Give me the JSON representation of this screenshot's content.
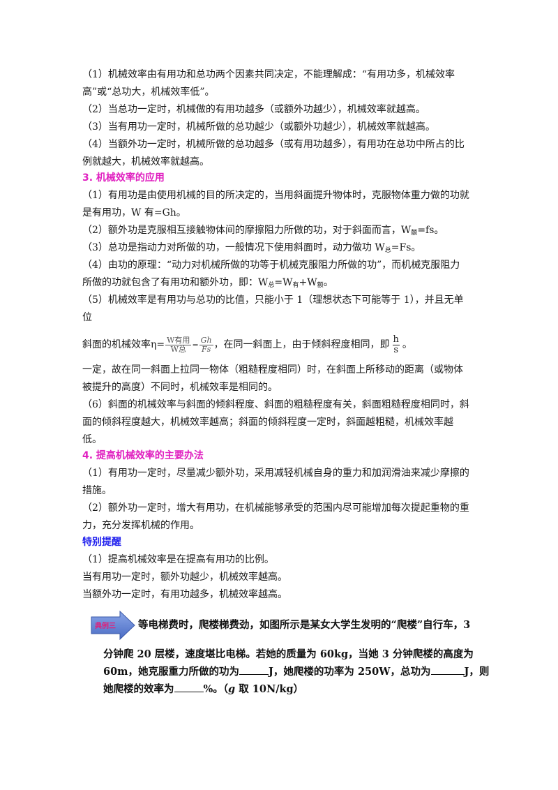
{
  "points_1": [
    "（1）机械效率由有用功和总功两个因素共同决定，不能理解成：“有用功多，机械效率",
    "高”或“总功大，机械效率低”。",
    "（2）当总功一定时，机械做的有用功越多（或额外功越少），机械效率就越高。",
    "（3）当有用功一定时，机械所做的总功越少（或额外功越少），机械效率就越高。",
    "（4）当额外功一定时，机械所做的总功越多（或有用功越多），有用功在总功中所占的比",
    "例就越大，机械效率就越高。"
  ],
  "section3": {
    "title": "3. 机械效率的应用",
    "item1_line1": "（1）有用功是由使用机械的目的所决定的，当用斜面提升物体时，克服物体重力做的功就",
    "item1_line2": "是有用功，W 有=Gh。",
    "item2_a": "（2）额外功是克服相互接触物体间的摩擦阻力所做的功，对于斜面而言，W",
    "item2_sub": "额",
    "item2_b": "=fs。",
    "item3_a": "（3）总功是指动力对所做的功，一般情况下使用斜面时，动力做功 W",
    "item3_sub": "总",
    "item3_b": "=Fs。",
    "item4_line1": "（4）由功的原理：“动力对机械所做的功等于机械克服阻力所做的功”，而机械克服阻力",
    "item4_line2_a": "所做的功就包含了有用功和额外功，即：W",
    "item4_sub1": "总",
    "item4_mid1": "=W",
    "item4_sub2": "有",
    "item4_mid2": "+W",
    "item4_sub3": "额",
    "item4_end": "。",
    "item5_line1": "（5）机械效率是有用功与总功的比值，只能小于 1（理想状态下可能等于 1），并且无单",
    "item5_line2": "位",
    "formula_prefix": "斜面的机械效率η=",
    "frac1_num": "W有用",
    "frac1_den": "W总",
    "frac2_num": "Gh",
    "frac2_den": "Fs",
    "formula_mid": "，在同一斜面上，由于倾斜程度相同，即",
    "frac3_num": "h",
    "frac3_den": "s",
    "formula_end": "。",
    "item5_line4": "一定，故在同一斜面上拉同一物体（粗糙程度相同）时，在斜面上所移动的距离（或物体",
    "item5_line5": "被提升的高度）不同时，机械效率是相同的。",
    "item6_line1": "（6）斜面的机械效率与斜面的倾斜程度、斜面的粗糙程度有关，斜面粗糙程度相同时，斜",
    "item6_line2": "面的倾斜程度越大，机械效率越高；斜面的倾斜程度一定时，斜面越粗糙，机械效率越",
    "item6_line3": "低。"
  },
  "section4": {
    "title": "4. 提高机械效率的主要办法",
    "item1_line1": "（1）有用功一定时，尽量减少额外功，采用减轻机械自身的重力和加润滑油来减少摩擦的",
    "item1_line2": "措施。",
    "item2_line1": "（2）额外功一定时，增大有用功，在机械能够承受的范围内尽可能增加每次提起重物的重",
    "item2_line2": "力，充分发挥机械的作用。"
  },
  "special": {
    "title": "特别提醒",
    "line1": "（1）提高机械效率是在提高有用功的比例。",
    "line2": "当有用功一定时，额外功越少，机械效率越高。",
    "line3": "当额外功一定时，有用功越多，机械效率越高。"
  },
  "example": {
    "badge": "典例三",
    "line1": "等电梯费时，爬楼梯费劲，如图所示是某女大学生发明的“爬楼”自行车，3",
    "line2": "分钟爬 20 层楼，速度堪比电梯。若她的质量为 60kg，当她 3 分钟爬楼的高度为",
    "line3_a": "60m，她克服重力所做的功为",
    "line3_b": "J，她爬楼的功率为 250W，总功为",
    "line3_c": "J，则",
    "line4_a": "她爬楼的效率为",
    "line4_b": "%。（",
    "line4_g": "g",
    "line4_c": " 取 10N/kg）"
  },
  "colors": {
    "section_heading": "#e020c0",
    "special_heading": "#2222ee",
    "badge_fill": "#5b7fd0",
    "badge_text": "#e0207a"
  }
}
